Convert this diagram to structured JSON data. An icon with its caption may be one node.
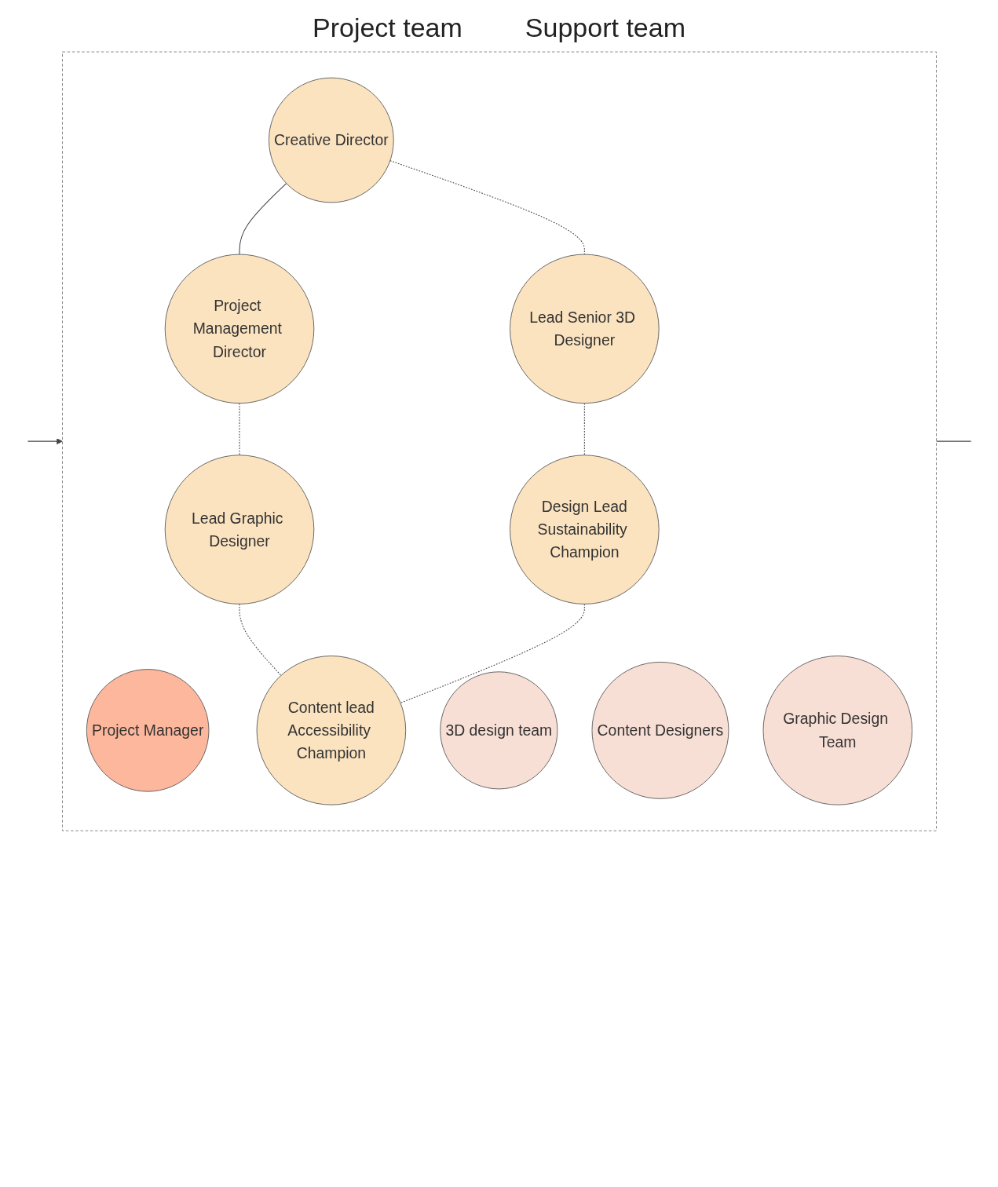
{
  "diagram": {
    "nodes": [
      {
        "text": [],
        "shape": "box"
      },
      {
        "text": [
          "Creative Director"
        ],
        "in": 0
      },
      {
        "text": [
          "Project Management Director"
        ],
        "in": 0
      },
      {
        "text": [
          "Lead Senior 3D Designer"
        ],
        "in": 0
      },
      {
        "text": [
          "Project Manager"
        ],
        "in": 0
      },
      {
        "text": [
          "Lead Graphic Designer"
        ],
        "in": 0
      },
      {
        "text": [
          "Design Lead",
          "Sustainability Champion"
        ],
        "in": 0
      },
      {
        "text": [
          "Content lead",
          "Accessibility Champion"
        ],
        "in": 0
      },
      {
        "text": [
          "3D design team"
        ],
        "in": 0
      },
      {
        "text": [
          "Content Designers"
        ],
        "in": 0
      },
      {
        "text": [
          "Graphic Design Team"
        ],
        "in": 0
      }
    ],
    "edges": [
      {
        "from": 1,
        "to": 2,
        "arrow": "none"
      },
      {
        "from": 1,
        "to": 3,
        "arrow": "none",
        "style": "dashed"
      },
      {
        "from": 2,
        "to": 5,
        "arrow": "none",
        "style": "dashed"
      },
      {
        "from": 3,
        "to": 6,
        "arrow": "none",
        "style": "dashed"
      },
      {
        "from": 5,
        "to": 7,
        "arrow": "none",
        "style": "dashed"
      },
      {
        "from": 6,
        "to": 7,
        "arrow": "none",
        "style": "dashed"
      },
      {
        "from": null,
        "to": 0,
        "arrow": "to"
      },
      {
        "from": 0,
        "to": null,
        "arrow": "none"
      }
    ],
    "labels": [
      "Project team",
      "Support team"
    ]
  }
}
